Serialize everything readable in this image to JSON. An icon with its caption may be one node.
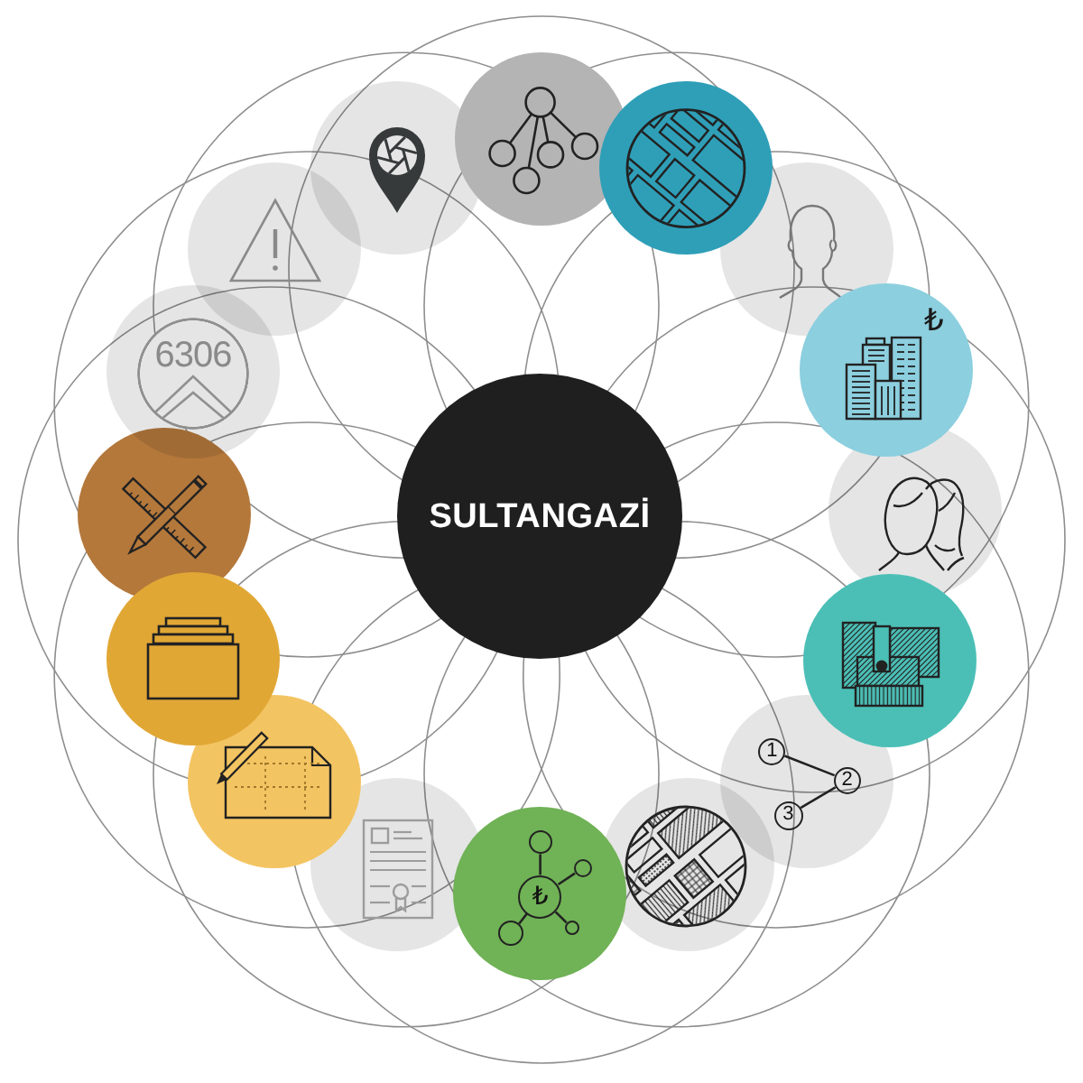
{
  "diagram": {
    "nodes": [
      {
        "text": [
          "SULTANGAZİ"
        ]
      },
      {
        "text": [],
        "shape": "circle"
      },
      {
        "text": [],
        "shape": "circle"
      },
      {
        "text": [],
        "shape": "circle"
      },
      {
        "text": [],
        "shape": "circle"
      },
      {
        "text": [
          "₺"
        ]
      },
      {
        "text": [],
        "shape": "circle"
      },
      {
        "text": [],
        "shape": "circle"
      },
      {
        "text": [],
        "shape": "circle"
      },
      {
        "text": [
          "1"
        ],
        "in": 8
      },
      {
        "text": [
          "2"
        ],
        "in": 8
      },
      {
        "text": [
          "3"
        ],
        "in": 8
      },
      {
        "text": [],
        "shape": "circle"
      },
      {
        "text": [],
        "shape": "circle"
      },
      {
        "text": [
          "₺"
        ],
        "in": 13
      },
      {
        "text": [],
        "shape": "circle",
        "in": 13
      },
      {
        "text": [],
        "shape": "circle",
        "in": 13
      },
      {
        "text": [],
        "shape": "circle",
        "in": 13
      },
      {
        "text": [],
        "shape": "circle",
        "in": 13
      },
      {
        "text": [],
        "shape": "circle"
      },
      {
        "text": [],
        "shape": "circle"
      },
      {
        "text": [],
        "shape": "circle"
      },
      {
        "text": [],
        "shape": "circle"
      },
      {
        "text": [
          "6306"
        ]
      },
      {
        "text": [],
        "shape": "circle"
      }
    ],
    "edges": [
      {
        "from": 9,
        "to": 10,
        "arrow": "none"
      },
      {
        "from": 11,
        "to": 10,
        "arrow": "none"
      },
      {
        "from": 14,
        "to": 15,
        "arrow": "none"
      },
      {
        "from": 14,
        "to": 16,
        "arrow": "none"
      },
      {
        "from": 14,
        "to": 17,
        "arrow": "none"
      },
      {
        "from": 14,
        "to": 18,
        "arrow": "none"
      }
    ]
  }
}
